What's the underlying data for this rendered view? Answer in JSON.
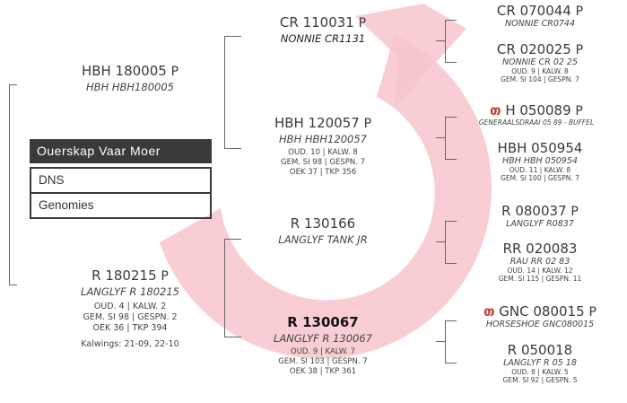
{
  "menu": {
    "header": "Ouerskap Vaar Moer",
    "items": [
      "DNS",
      "Genomies"
    ]
  },
  "colors": {
    "arrow": "#f7c6cd",
    "menu_header_bg": "#3a3a3a",
    "marker": "#c0392b"
  },
  "icons": [
    "gnc-marker-icon"
  ],
  "gen1": {
    "sire": {
      "name": "HBH 180005",
      "suffix": "P",
      "alias": "HBH HBH180005"
    },
    "dam": {
      "name": "R 180215",
      "suffix": "P",
      "alias": "LANGLYF R 180215",
      "stats": [
        "OUD. 4 | KALW. 2",
        "GEM. SI 98 | GESPN. 2",
        "OEK 36 | TKP 394"
      ],
      "calvings": "Kalwings: 21-09, 22-10"
    }
  },
  "gen2": {
    "a": {
      "name": "CR 110031",
      "suffix": "P",
      "alias": "NONNIE CR1131"
    },
    "b": {
      "name": "HBH 120057",
      "suffix": "P",
      "alias": "HBH HBH120057",
      "stats": [
        "OUD. 10 | KALW. 8",
        "GEM. SI 98 | GESPN. 7",
        "OEK 37 | TKP 356"
      ]
    },
    "c": {
      "name": "R 130166",
      "suffix": "",
      "alias": "LANGLYF TANK JR"
    },
    "d": {
      "name": "R 130067",
      "suffix": "",
      "alias": "LANGLYF R 130067",
      "stats": [
        "OUD. 9 | KALW. 7",
        "GEM. SI 103 | GESPN. 7",
        "OEK 38 | TKP 361"
      ]
    }
  },
  "gen3": {
    "a1": {
      "name": "CR 070044",
      "suffix": "P",
      "alias": "NONNIE CR0744"
    },
    "a2": {
      "name": "CR 020025",
      "suffix": "P",
      "alias": "NONNIE CR 02 25",
      "stats": [
        "OUD. 9 | KALW. 8",
        "GEM. SI 104 | GESPN. 7"
      ]
    },
    "b1": {
      "name": "H 050089",
      "suffix": "P",
      "alias": "GENERAALSDRAAI 05 89 - BUFFEL"
    },
    "b2": {
      "name": "HBH 050954",
      "suffix": "",
      "alias": "HBH HBH 050954",
      "stats": [
        "OUD. 11 | KALW. 8",
        "GEM. SI 100 | GESPN. 7"
      ]
    },
    "c1": {
      "name": "R 080037",
      "suffix": "P",
      "alias": "LANGLYF R0837"
    },
    "c2": {
      "name": "RR 020083",
      "suffix": "",
      "alias": "RAU RR 02 83",
      "stats": [
        "OUD. 14 | KALW. 12",
        "GEM. SI 115 | GESPN. 11"
      ]
    },
    "d1": {
      "name": "GNC 080015",
      "suffix": "P",
      "alias": "HORSESHOE GNC080015"
    },
    "d2": {
      "name": "R 050018",
      "suffix": "",
      "alias": "LANGLYF R 05 18",
      "stats": [
        "OUD. 8 | KALW. 5",
        "GEM. SI 92 | GESPN. 5"
      ]
    }
  }
}
